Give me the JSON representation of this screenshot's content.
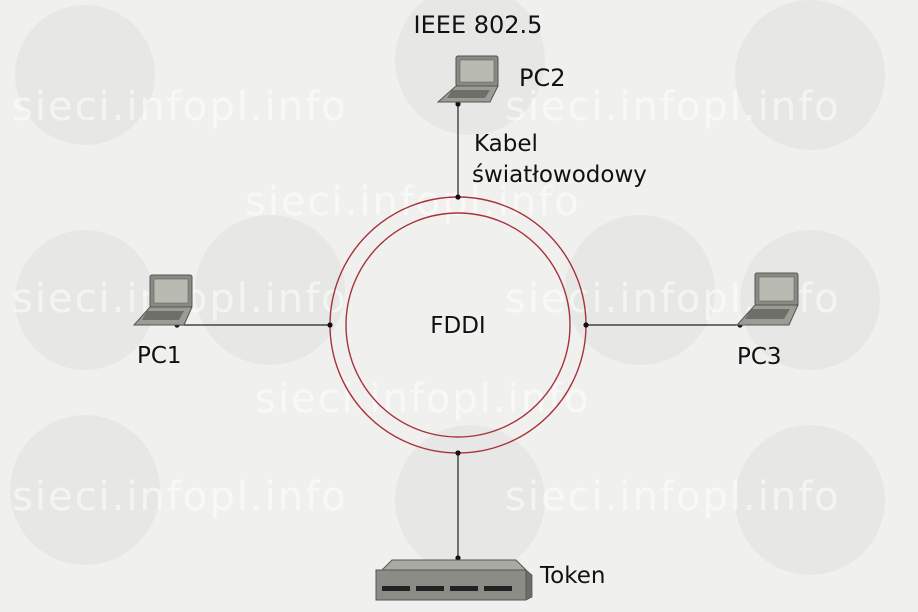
{
  "diagram": {
    "standard": "IEEE 802.5",
    "ring_label": "FDDI",
    "cable_label_line1": "Kabel",
    "cable_label_line2": "światłowodowy",
    "nodes": {
      "pc1": "PC1",
      "pc2": "PC2",
      "pc3": "PC3",
      "token": "Token"
    }
  },
  "watermark": {
    "text": "sieci.infopl.info"
  },
  "colors": {
    "background": "#f0f1ef",
    "ring": "#a8323c",
    "line": "#222222",
    "laptop_body": "#8a8a82",
    "laptop_screen": "#b9bab2"
  }
}
